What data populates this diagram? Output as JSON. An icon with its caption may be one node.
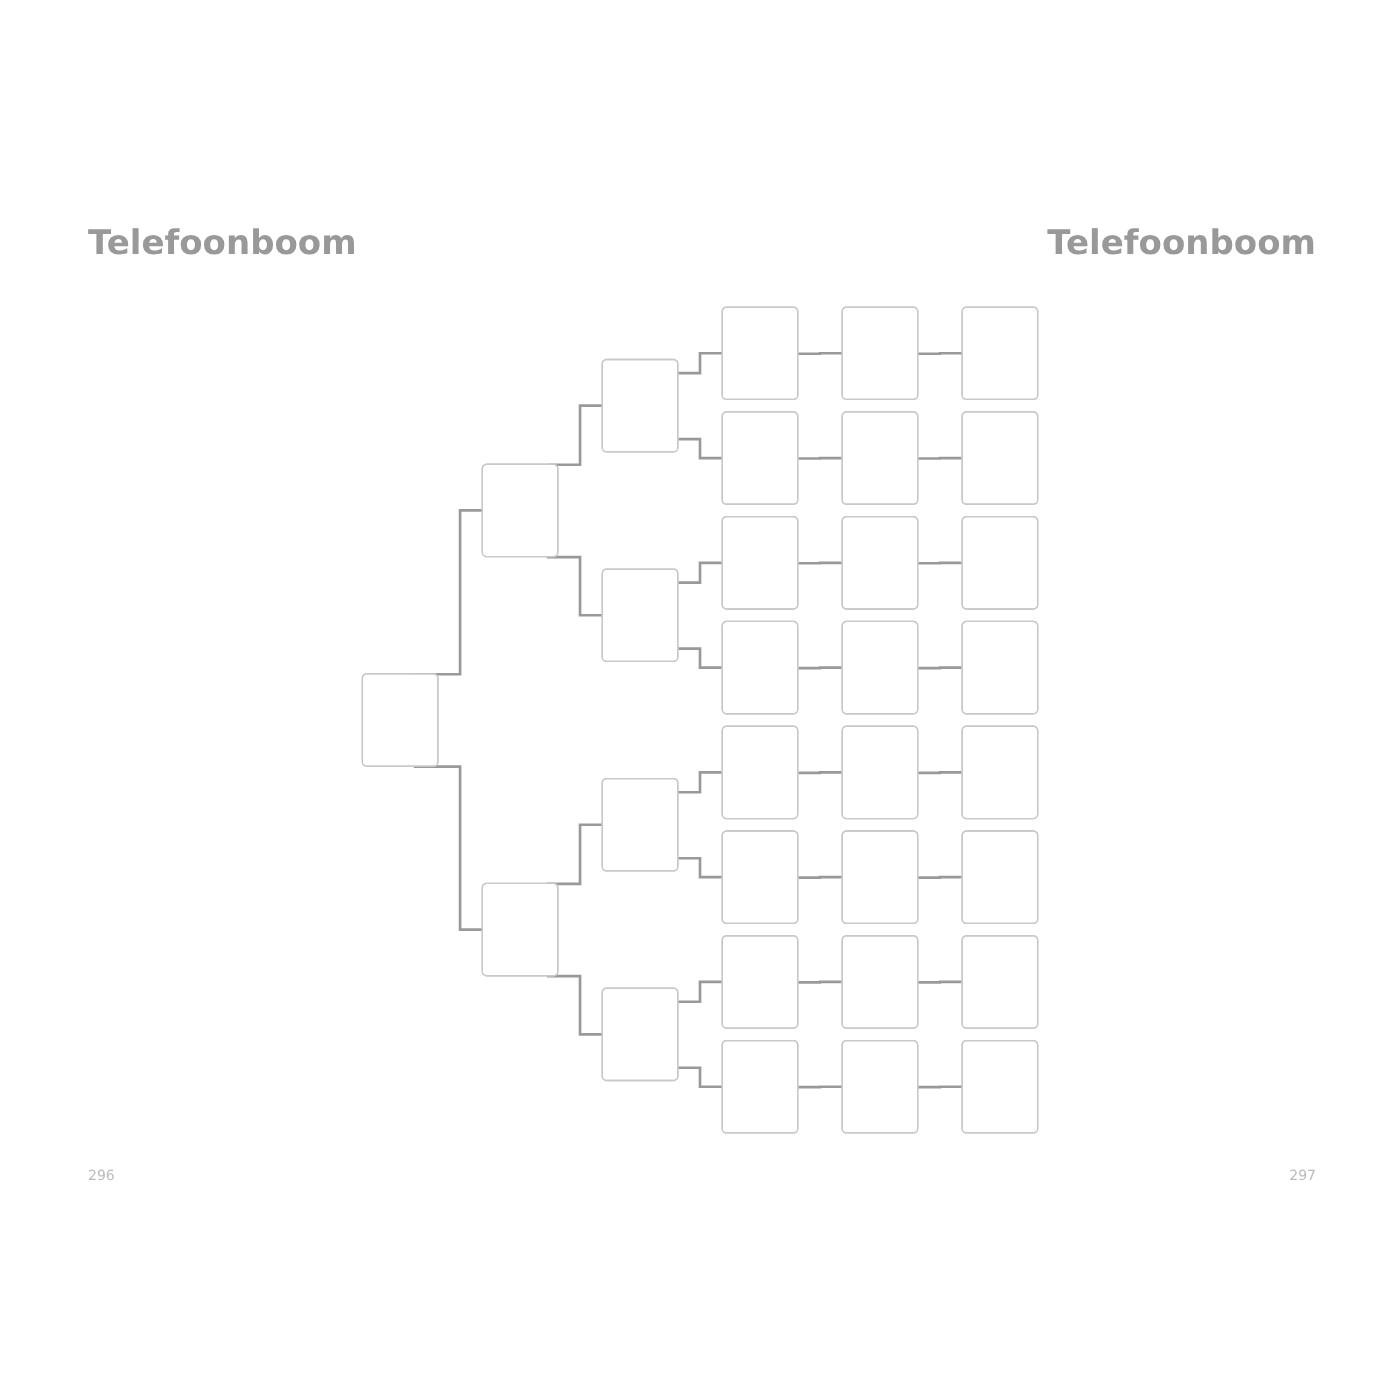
{
  "diagram": {
    "nodes": [
      {
        "text": [],
        "shape": "box"
      },
      {
        "text": [],
        "shape": "box"
      },
      {
        "text": [],
        "shape": "box"
      },
      {
        "text": [],
        "shape": "box"
      },
      {
        "text": [],
        "shape": "box"
      },
      {
        "text": [],
        "shape": "box"
      },
      {
        "text": [],
        "shape": "box"
      },
      {
        "text": [],
        "shape": "box"
      },
      {
        "text": [],
        "shape": "box"
      },
      {
        "text": [],
        "shape": "box"
      },
      {
        "text": [],
        "shape": "box"
      },
      {
        "text": [],
        "shape": "box"
      },
      {
        "text": [],
        "shape": "box"
      },
      {
        "text": [],
        "shape": "box"
      },
      {
        "text": [],
        "shape": "box"
      },
      {
        "text": [],
        "shape": "box"
      },
      {
        "text": [],
        "shape": "box"
      },
      {
        "text": [],
        "shape": "box"
      },
      {
        "text": [],
        "shape": "box"
      },
      {
        "text": [],
        "shape": "box"
      },
      {
        "text": [],
        "shape": "box"
      },
      {
        "text": [],
        "shape": "box"
      },
      {
        "text": [],
        "shape": "box"
      },
      {
        "text": [],
        "shape": "box"
      },
      {
        "text": [],
        "shape": "box"
      },
      {
        "text": [],
        "shape": "box"
      },
      {
        "text": [],
        "shape": "box"
      },
      {
        "text": [],
        "shape": "box"
      },
      {
        "text": [],
        "shape": "box"
      },
      {
        "text": [],
        "shape": "box"
      },
      {
        "text": [],
        "shape": "box"
      }
    ],
    "edges": [
      {
        "from": 0,
        "to": 1,
        "arrow": "none"
      },
      {
        "from": 0,
        "to": 2,
        "arrow": "none"
      },
      {
        "from": 1,
        "to": 3,
        "arrow": "none"
      },
      {
        "from": 1,
        "to": 4,
        "arrow": "none"
      },
      {
        "from": 2,
        "to": 5,
        "arrow": "none"
      },
      {
        "from": 2,
        "to": 6,
        "arrow": "none"
      },
      {
        "from": 3,
        "to": 7,
        "arrow": "none"
      },
      {
        "from": 3,
        "to": 8,
        "arrow": "none"
      },
      {
        "from": 4,
        "to": 9,
        "arrow": "none"
      },
      {
        "from": 4,
        "to": 10,
        "arrow": "none"
      },
      {
        "from": 5,
        "to": 11,
        "arrow": "none"
      },
      {
        "from": 5,
        "to": 12,
        "arrow": "none"
      },
      {
        "from": 6,
        "to": 13,
        "arrow": "none"
      },
      {
        "from": 6,
        "to": 14,
        "arrow": "none"
      },
      {
        "from": 7,
        "to": 15,
        "arrow": "none"
      },
      {
        "from": 8,
        "to": 16,
        "arrow": "none"
      },
      {
        "from": 9,
        "to": 17,
        "arrow": "none"
      },
      {
        "from": 10,
        "to": 18,
        "arrow": "none"
      },
      {
        "from": 11,
        "to": 19,
        "arrow": "none"
      },
      {
        "from": 12,
        "to": 20,
        "arrow": "none"
      },
      {
        "from": 13,
        "to": 21,
        "arrow": "none"
      },
      {
        "from": 14,
        "to": 22,
        "arrow": "none"
      },
      {
        "from": 15,
        "to": 23,
        "arrow": "none"
      },
      {
        "from": 16,
        "to": 24,
        "arrow": "none"
      },
      {
        "from": 17,
        "to": 25,
        "arrow": "none"
      },
      {
        "from": 18,
        "to": 26,
        "arrow": "none"
      },
      {
        "from": 19,
        "to": 27,
        "arrow": "none"
      },
      {
        "from": 20,
        "to": 28,
        "arrow": "none"
      },
      {
        "from": 21,
        "to": 29,
        "arrow": "none"
      },
      {
        "from": 22,
        "to": 30,
        "arrow": "none"
      }
    ],
    "labels": [
      "Telefoonboom",
      "Telefoonboom",
      "296",
      "297"
    ]
  }
}
